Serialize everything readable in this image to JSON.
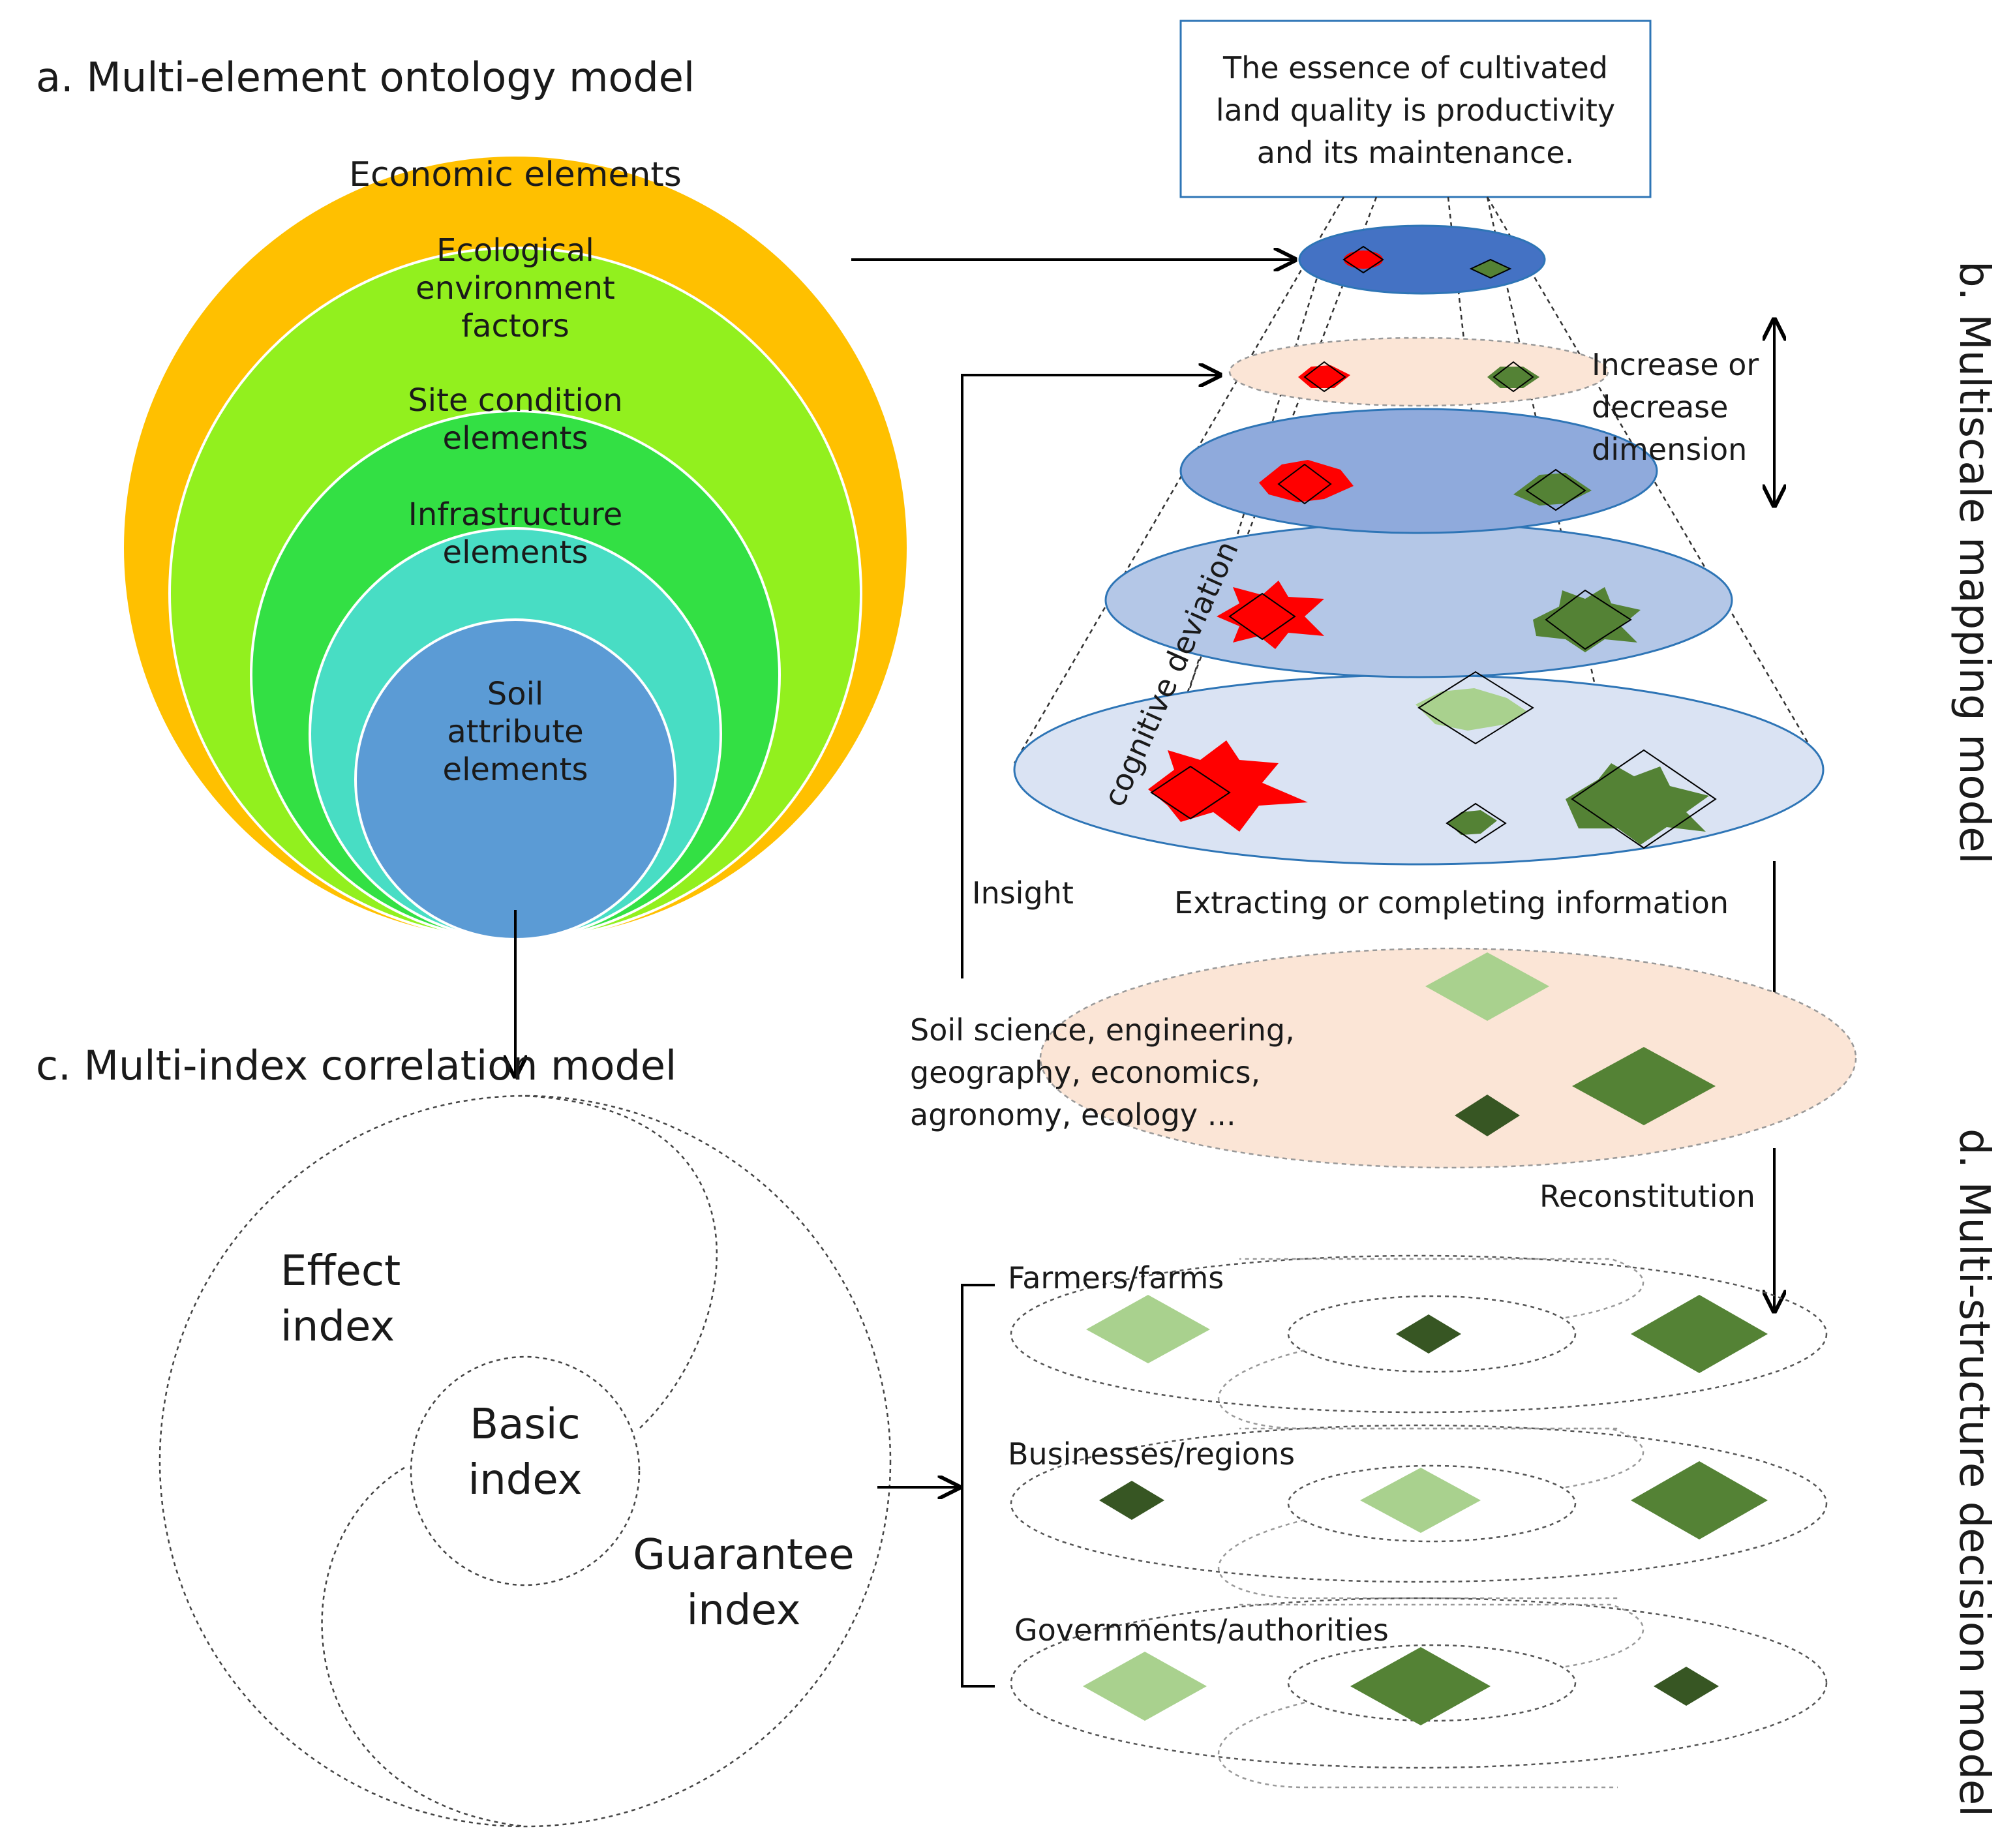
{
  "sections": {
    "a_title": "a. Multi-element ontology model",
    "b_title": "b. Multiscale mapping model",
    "c_title": "c. Multi-index correlation model",
    "d_title": "d. Multi-structure decision model"
  },
  "ontology": {
    "economic": "Economic elements",
    "ecological": [
      "Ecological",
      "environment",
      "factors"
    ],
    "site": [
      "Site condition",
      "elements"
    ],
    "infrastructure": [
      "Infrastructure",
      "elements"
    ],
    "soil": [
      "Soil",
      "attribute",
      "elements"
    ],
    "colors": {
      "economic": "#FFC000",
      "ecological": "#92F01E",
      "site": "#33E044",
      "infrastructure": "#48DDC4",
      "soil": "#5B9BD5"
    }
  },
  "mapping": {
    "essence": [
      "The essence of cultivated",
      "land quality is productivity",
      "and its maintenance."
    ],
    "dimension_note": [
      "Increase or",
      "decrease",
      "dimension"
    ],
    "cognitive": "cognitive deviation",
    "extracting": "Extracting or completing information",
    "insight": "Insight",
    "disciplines": [
      "Soil science, engineering,",
      "geography, economics,",
      "agronomy, ecology ..."
    ],
    "reconstitution": "Reconstitution"
  },
  "correlation": {
    "effect": [
      "Effect",
      "index"
    ],
    "basic": [
      "Basic",
      "index"
    ],
    "guarantee": [
      "Guarantee",
      "index"
    ]
  },
  "decision": {
    "levels": [
      "Farmers/farms",
      "Businesses/regions",
      "Governments/authorities"
    ],
    "colors": {
      "light": "#A9D18E",
      "mid": "#548235",
      "dark": "#375623"
    }
  }
}
